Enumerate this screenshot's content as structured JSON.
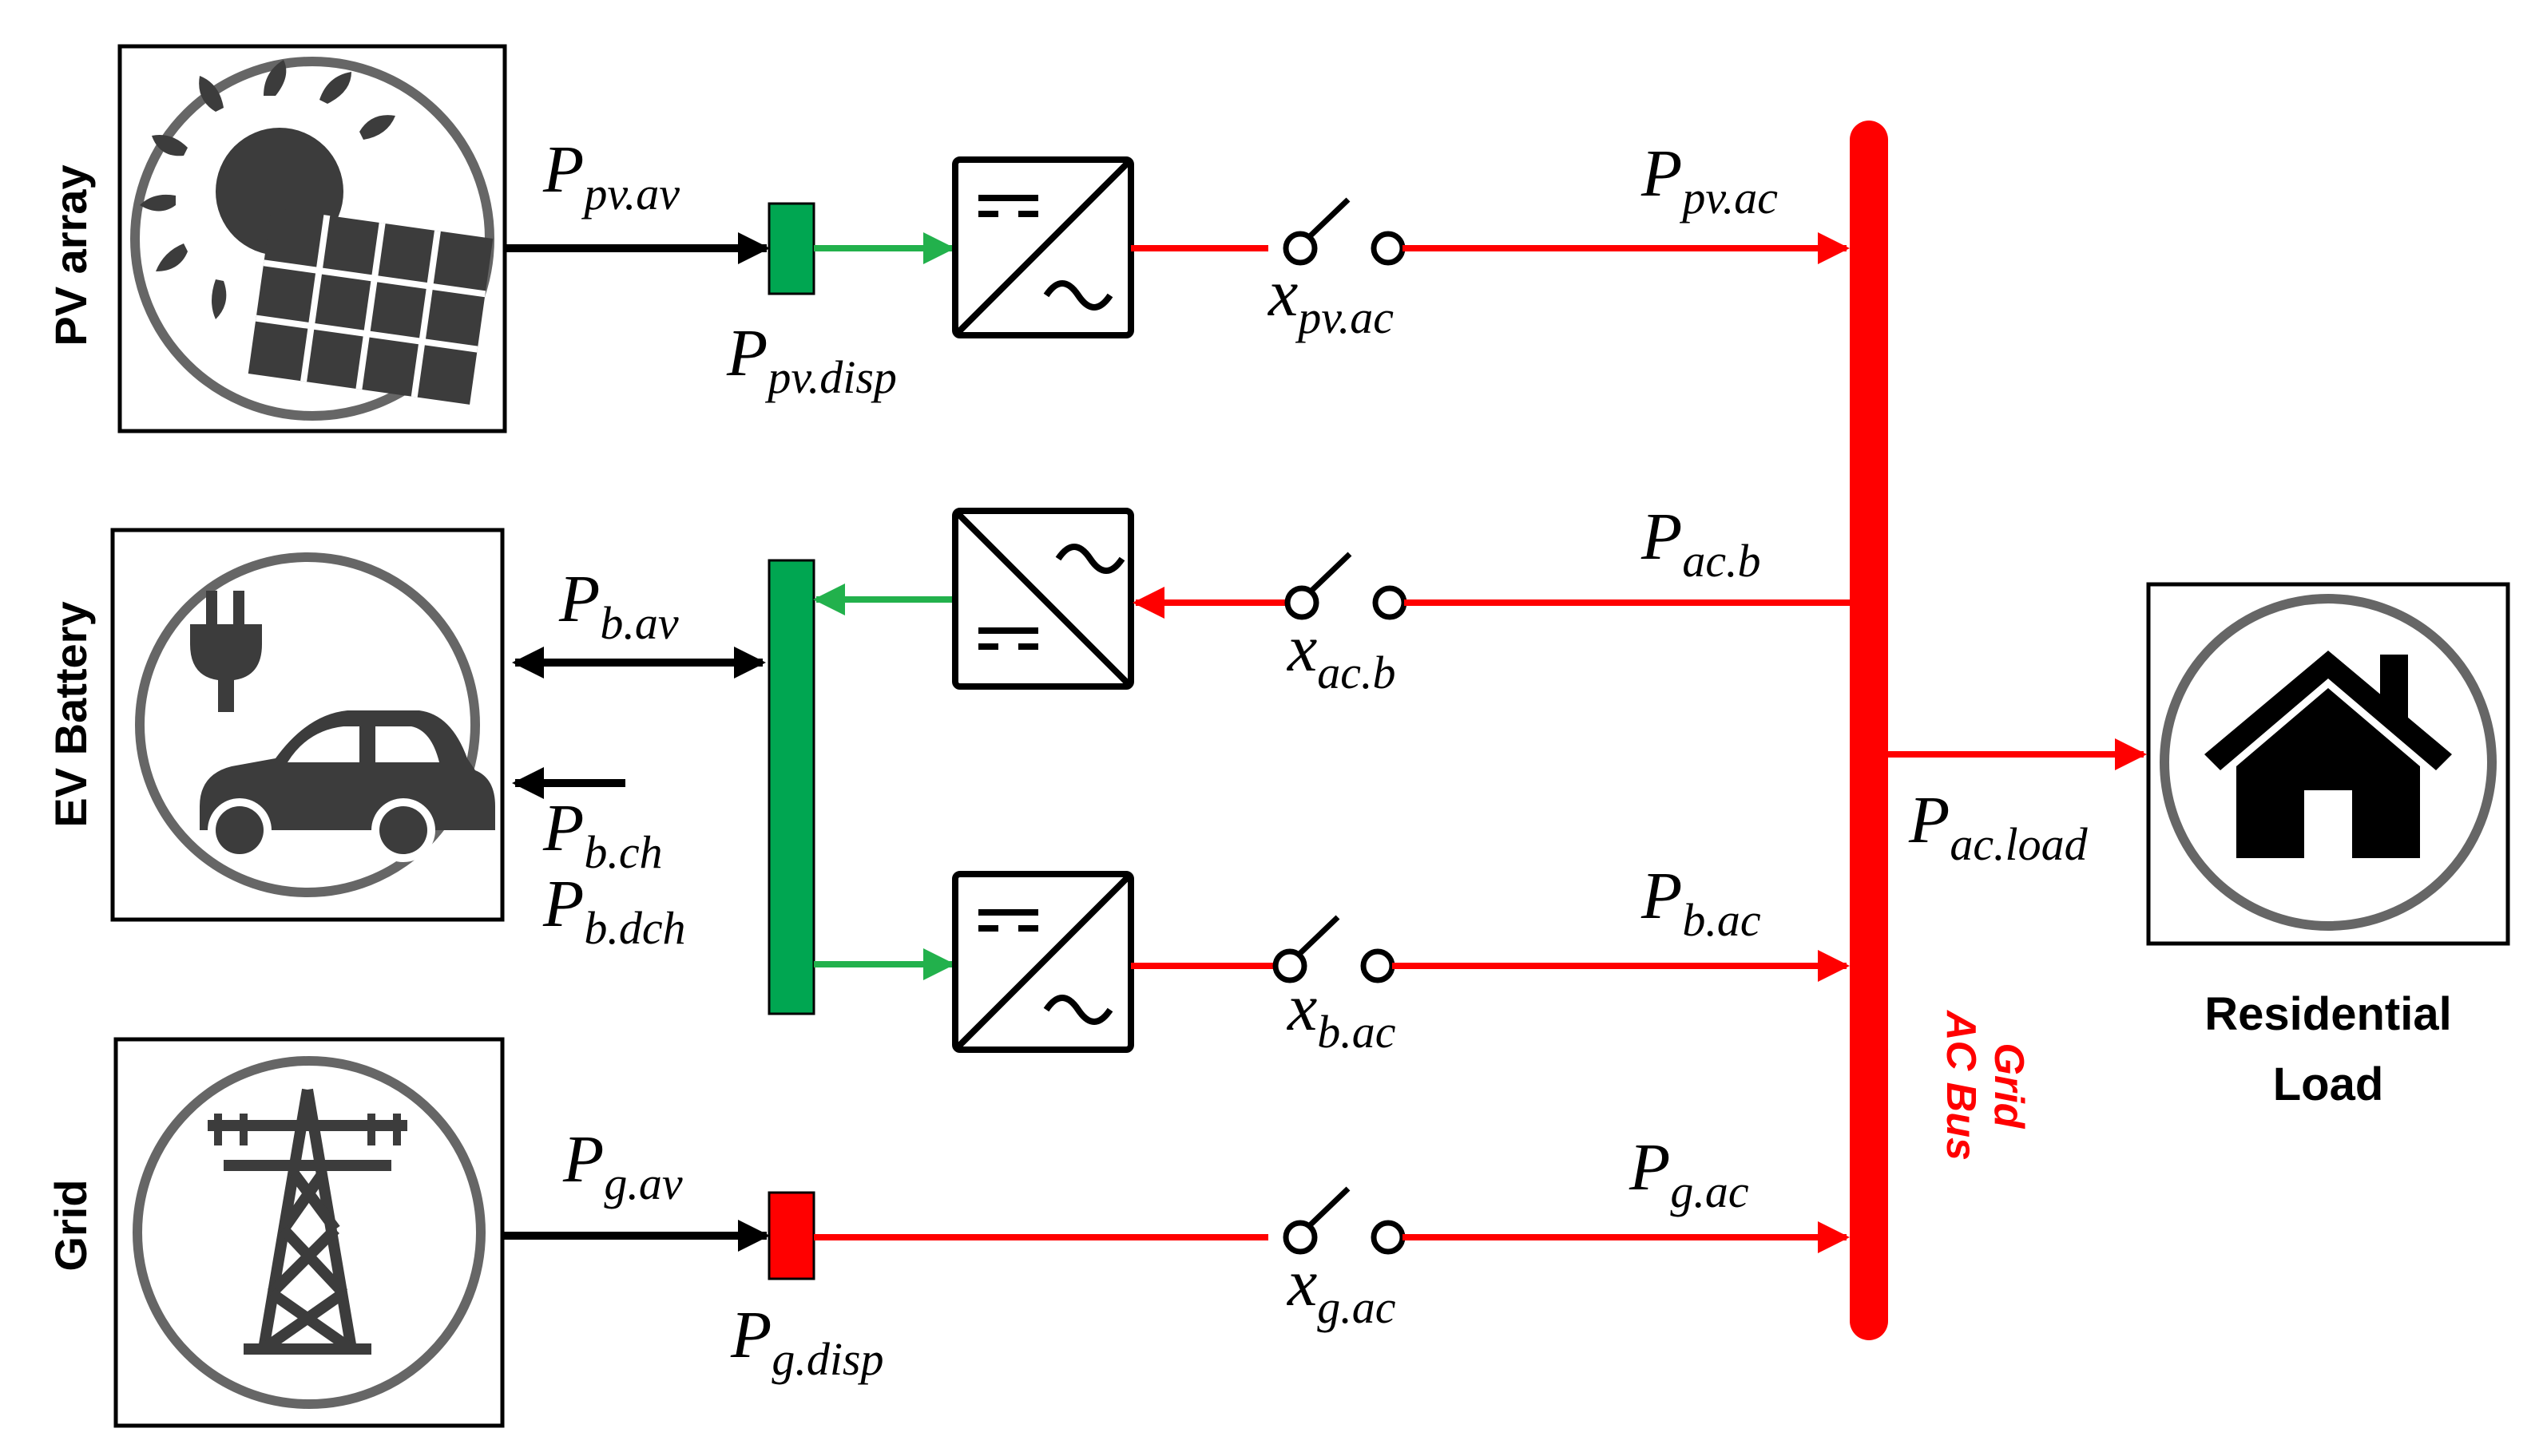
{
  "sources": {
    "pv": {
      "name": "PV array",
      "icon": "solar-panel-sun-icon"
    },
    "ev": {
      "name": "EV Battery",
      "icon": "ev-car-plug-icon"
    },
    "grid": {
      "name": "Grid",
      "icon": "transmission-tower-icon"
    }
  },
  "load": {
    "line1": "Residential",
    "line2": "Load",
    "icon": "house-icon"
  },
  "bus": {
    "line1": "Grid",
    "line2": "AC Bus"
  },
  "vars": {
    "p_pv_av": {
      "base": "P",
      "sub": "pv.av"
    },
    "p_pv_disp": {
      "base": "P",
      "sub": "pv.disp"
    },
    "x_pv_ac": {
      "base": "x",
      "sub": "pv.ac"
    },
    "p_pv_ac": {
      "base": "P",
      "sub": "pv.ac"
    },
    "p_b_av": {
      "base": "P",
      "sub": "b.av"
    },
    "p_b_ch": {
      "base": "P",
      "sub": "b.ch"
    },
    "p_b_dch": {
      "base": "P",
      "sub": "b.dch"
    },
    "x_ac_b": {
      "base": "x",
      "sub": "ac.b"
    },
    "p_ac_b": {
      "base": "P",
      "sub": "ac.b"
    },
    "x_b_ac": {
      "base": "x",
      "sub": "b.ac"
    },
    "p_b_ac": {
      "base": "P",
      "sub": "b.ac"
    },
    "p_ac_load": {
      "base": "P",
      "sub": "ac.load"
    },
    "p_g_av": {
      "base": "P",
      "sub": "g.av"
    },
    "p_g_disp": {
      "base": "P",
      "sub": "g.disp"
    },
    "x_g_ac": {
      "base": "x",
      "sub": "g.ac"
    },
    "p_g_ac": {
      "base": "P",
      "sub": "g.ac"
    }
  },
  "colors": {
    "ac": "#ff0000",
    "dc": "#00a651",
    "dc_line": "#22b14c",
    "input": "#000000",
    "icon": "#3c3c3c"
  }
}
